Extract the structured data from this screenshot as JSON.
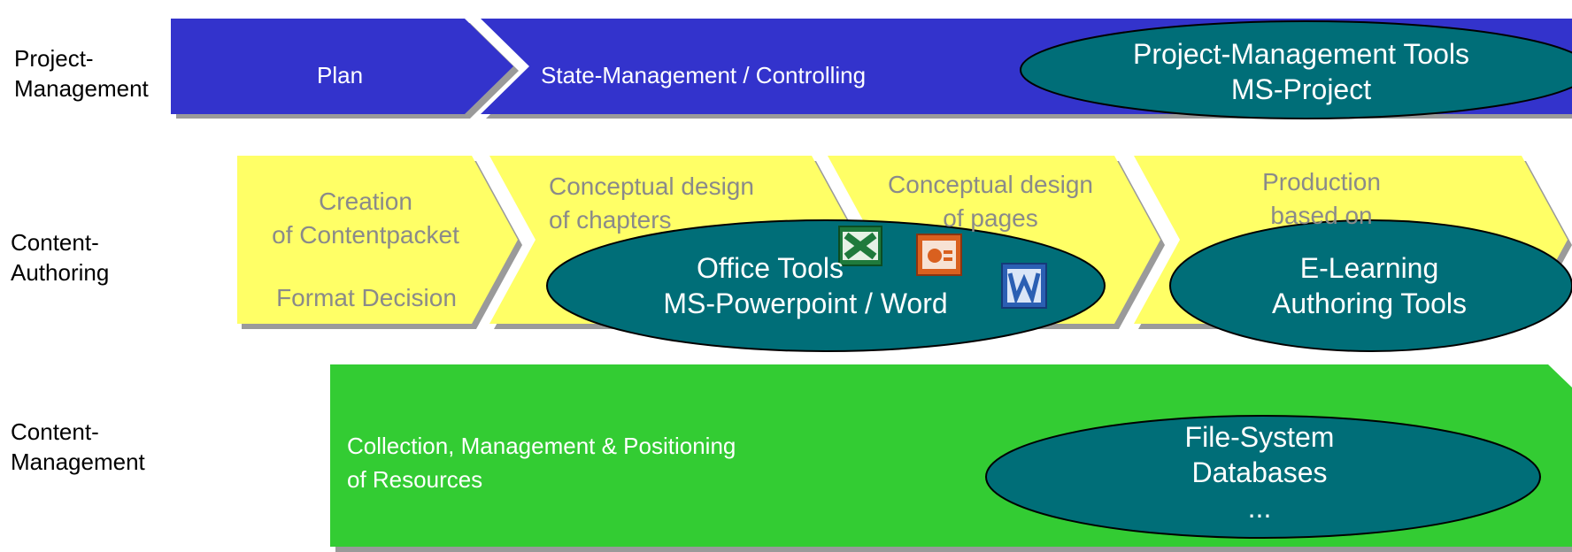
{
  "colors": {
    "project_band": "#3333cc",
    "authoring_band": "#ffff66",
    "management_band": "#33cc33",
    "ellipse": "#006e78",
    "shadow": "#9a9a9a",
    "grey_text": "#8a8a8a"
  },
  "rows": {
    "project": {
      "label_line1": "Project-",
      "label_line2": "Management"
    },
    "authoring": {
      "label_line1": "Content-",
      "label_line2": "Authoring"
    },
    "management": {
      "label_line1": "Content-",
      "label_line2": "Management"
    }
  },
  "project_management": {
    "plan": "Plan",
    "state": "State-Management / Controlling",
    "tools": {
      "line1": "Project-Management Tools",
      "line2": "MS-Project"
    }
  },
  "content_authoring": {
    "step1": {
      "line1": "Creation",
      "line2": "of Contentpacket",
      "line3": "Format Decision"
    },
    "step2": {
      "line1": "Conceptual design",
      "line2": "of chapters"
    },
    "step3": {
      "line1": "Conceptual design",
      "line2": "of pages"
    },
    "step4": {
      "line1": "Production",
      "line2": "based on"
    },
    "office_tools": {
      "line1": "Office Tools",
      "line2": "MS-Powerpoint / Word"
    },
    "elearning_tools": {
      "line1": "E-Learning",
      "line2": "Authoring Tools"
    },
    "icons": [
      "excel-icon",
      "powerpoint-icon",
      "word-icon"
    ]
  },
  "content_management": {
    "resources": {
      "line1": "Collection, Management & Positioning",
      "line2": "of Resources"
    },
    "storage": {
      "line1": "File-System",
      "line2": "Databases",
      "line3": "..."
    }
  }
}
